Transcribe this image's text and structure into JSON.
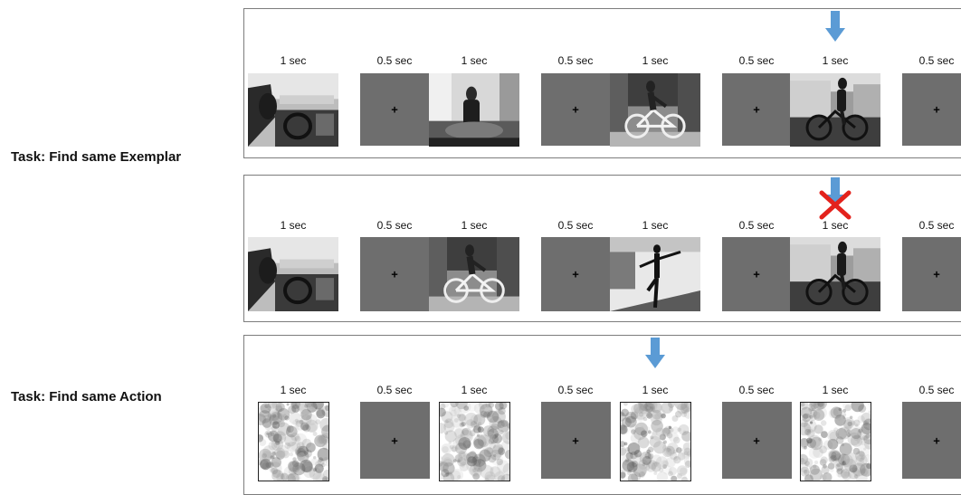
{
  "tasks": [
    {
      "label": "Task: Find same Exemplar"
    },
    {
      "label": "Task: Find same Action"
    }
  ],
  "sequences": [
    {
      "frames": [
        {
          "type": "photo",
          "content": "car-interior-photo",
          "duration": "1 sec"
        },
        {
          "type": "fixation",
          "symbol": "+",
          "duration": "0.5 sec"
        },
        {
          "type": "photo",
          "content": "woman-kitchen-photo",
          "duration": "1 sec"
        },
        {
          "type": "fixation",
          "symbol": "+",
          "duration": "0.5 sec"
        },
        {
          "type": "photo",
          "content": "man-bicycle-photo",
          "duration": "1 sec"
        },
        {
          "type": "fixation",
          "symbol": "+",
          "duration": "0.5 sec"
        },
        {
          "type": "photo",
          "content": "woman-bicycle-photo",
          "duration": "1 sec"
        },
        {
          "type": "fixation",
          "symbol": "+",
          "duration": "0.5 sec"
        }
      ],
      "target_index": 6,
      "target_marker": "arrow-down"
    },
    {
      "frames": [
        {
          "type": "photo",
          "content": "car-interior-photo",
          "duration": "1 sec"
        },
        {
          "type": "fixation",
          "symbol": "+",
          "duration": "0.5 sec"
        },
        {
          "type": "photo",
          "content": "man-bicycle-photo",
          "duration": "1 sec"
        },
        {
          "type": "fixation",
          "symbol": "+",
          "duration": "0.5 sec"
        },
        {
          "type": "photo",
          "content": "dancer-photo",
          "duration": "1 sec"
        },
        {
          "type": "fixation",
          "symbol": "+",
          "duration": "0.5 sec"
        },
        {
          "type": "photo",
          "content": "woman-bicycle-photo",
          "duration": "1 sec"
        },
        {
          "type": "fixation",
          "symbol": "+",
          "duration": "0.5 sec"
        }
      ],
      "target_index": 6,
      "target_marker": "arrow-down-crossed"
    },
    {
      "frames": [
        {
          "type": "noise",
          "content": "noise-pattern-1",
          "duration": "1 sec"
        },
        {
          "type": "fixation",
          "symbol": "+",
          "duration": "0.5 sec"
        },
        {
          "type": "noise",
          "content": "noise-pattern-2",
          "duration": "1 sec"
        },
        {
          "type": "fixation",
          "symbol": "+",
          "duration": "0.5 sec"
        },
        {
          "type": "noise",
          "content": "noise-pattern-3",
          "duration": "1 sec"
        },
        {
          "type": "fixation",
          "symbol": "+",
          "duration": "0.5 sec"
        },
        {
          "type": "noise",
          "content": "noise-pattern-4",
          "duration": "1 sec"
        },
        {
          "type": "fixation",
          "symbol": "+",
          "duration": "0.5 sec"
        }
      ],
      "target_index": 4,
      "target_marker": "arrow-down"
    }
  ],
  "colors": {
    "arrow": "#5b9bd5",
    "cross": "#e3221c",
    "fixation_bg": "#6e6e6e",
    "panel_border": "#7d7d7d"
  }
}
